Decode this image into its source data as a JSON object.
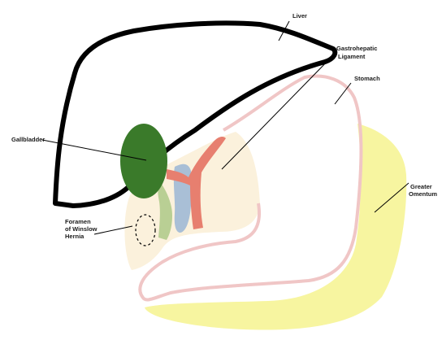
{
  "labels": {
    "liver": "Liver",
    "gastrohepatic_line1": "Gastrohepatic",
    "gastrohepatic_line2": "Ligament",
    "stomach": "Stomach",
    "gallbladder": "Gallbladder",
    "greater_omentum_line1": "Greater",
    "greater_omentum_line2": "Omentum",
    "foramen_line1": "Foramen",
    "foramen_line2": "of Winslow",
    "foramen_line3": "Hernia"
  },
  "colors": {
    "liver_outline": "#000000",
    "gallbladder": "#3a7a2a",
    "stomach_outline": "#f0c6c6",
    "ligament_fill": "#fbf1dc",
    "greater_omentum": "#f7f5a0",
    "artery": "#e77f6f",
    "portal_vein": "#a9bfd6",
    "bile_duct": "#b9cf94"
  }
}
